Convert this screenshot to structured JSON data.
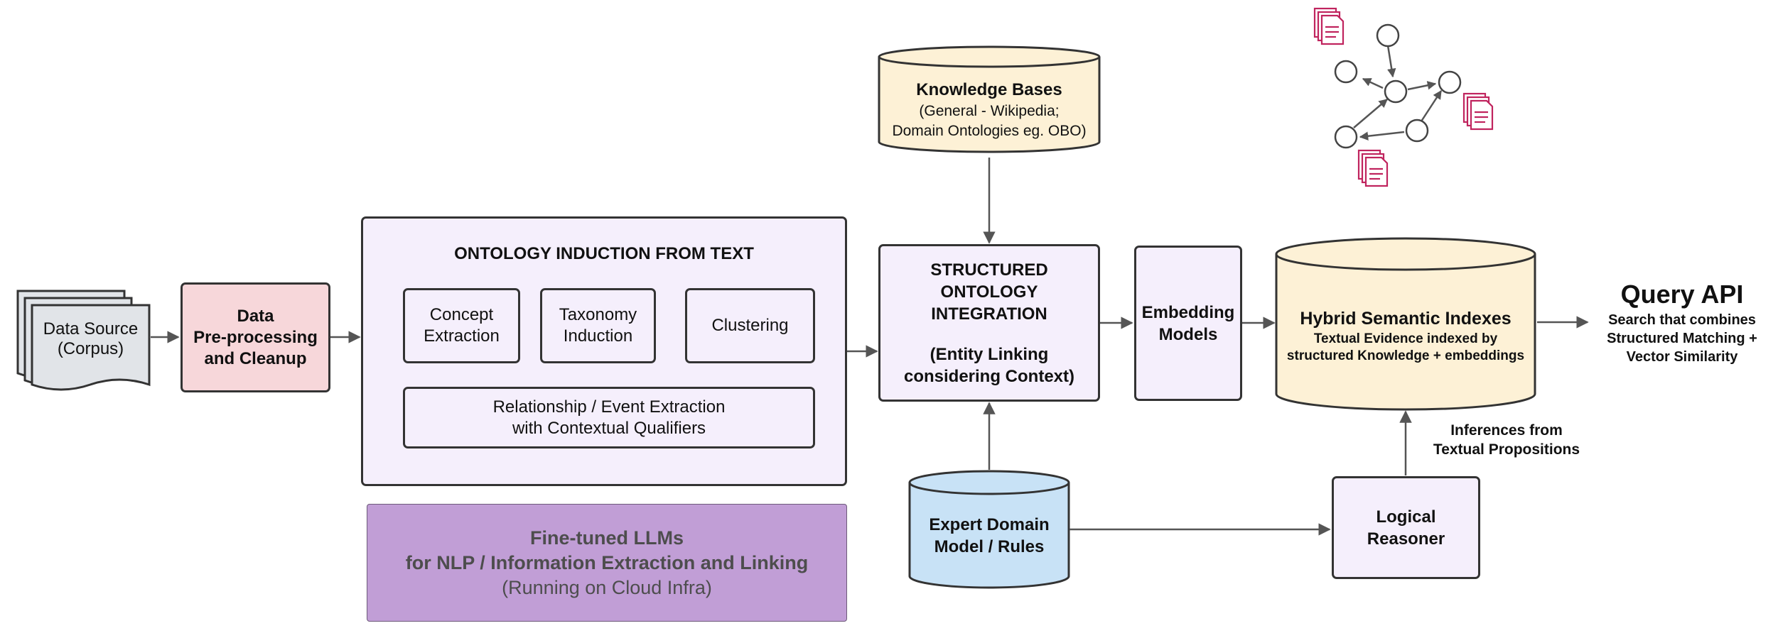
{
  "colors": {
    "stroke": "#333333",
    "arrow": "#555555",
    "lavender": "#f5effc",
    "pink": "#f7d7da",
    "cream": "#fdf1d6",
    "blue": "#c8e2f6",
    "gray_doc": "#e1e4e8",
    "purple": "#c19ed6",
    "purple_text": "#4d4d4d",
    "doc_icon": "#c0245e"
  },
  "data_source": {
    "line1": "Data Source",
    "line2": "(Corpus)"
  },
  "preprocessing": {
    "line1": "Data",
    "line2": "Pre-processing",
    "line3": "and Cleanup"
  },
  "ontology_induction": {
    "title": "ONTOLOGY INDUCTION FROM TEXT",
    "concept": {
      "line1": "Concept",
      "line2": "Extraction"
    },
    "taxonomy": {
      "line1": "Taxonomy",
      "line2": "Induction"
    },
    "clustering": {
      "label": "Clustering"
    },
    "relationship": {
      "line1": "Relationship / Event Extraction",
      "line2": "with Contextual Qualifiers"
    }
  },
  "llm": {
    "line1": "Fine-tuned LLMs",
    "line2": "for NLP / Information Extraction and Linking",
    "line3": "(Running on Cloud Infra)"
  },
  "knowledge_bases": {
    "title": "Knowledge Bases",
    "line2": "(General - Wikipedia;",
    "line3": "Domain Ontologies eg. OBO)"
  },
  "structured_integration": {
    "line1": "STRUCTURED",
    "line2": "ONTOLOGY",
    "line3": "INTEGRATION",
    "line4": "(Entity Linking",
    "line5": "considering Context)"
  },
  "embedding": {
    "line1": "Embedding",
    "line2": "Models"
  },
  "expert_domain": {
    "line1": "Expert Domain",
    "line2": "Model / Rules"
  },
  "hybrid_index": {
    "title": "Hybrid Semantic Indexes",
    "line2": "Textual Evidence indexed by",
    "line3": "structured Knowledge + embeddings"
  },
  "logical_reasoner": {
    "line1": "Logical",
    "line2": "Reasoner"
  },
  "inferences": {
    "line1": "Inferences from",
    "line2": "Textual Propositions"
  },
  "query_api": {
    "title": "Query API",
    "line1": "Search that combines",
    "line2": "Structured Matching +",
    "line3": "Vector Similarity"
  },
  "graph_icon": {
    "name": "knowledge-graph-icon",
    "nodes": 6,
    "documents": 3
  }
}
